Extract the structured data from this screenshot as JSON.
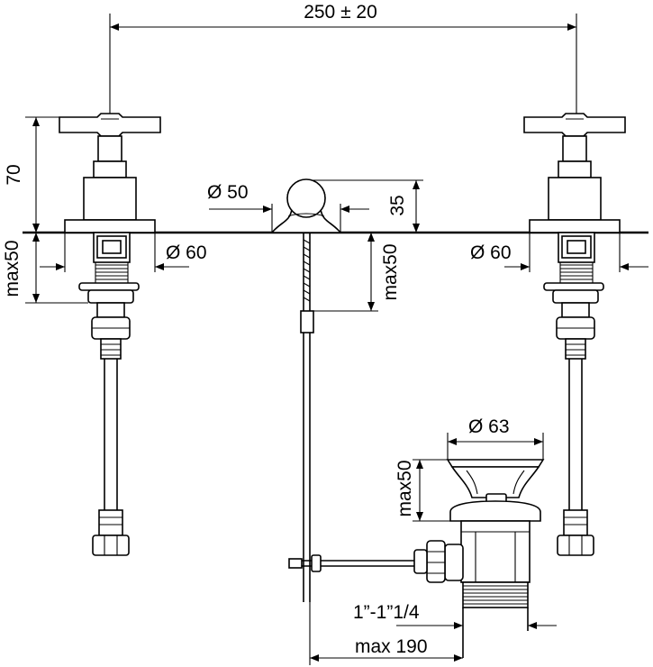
{
  "dimensions": {
    "spacing": "250 ± 20",
    "handle_height": "70",
    "below_deck_left": "max50",
    "left_diameter": "Ø 60",
    "spout_diameter": "Ø 50",
    "spout_height": "35",
    "below_deck_center": "max50",
    "right_diameter": "Ø 60",
    "waste_diameter": "Ø 63",
    "waste_depth": "max50",
    "thread": "1”-1”1/4",
    "max_reach": "max 190"
  }
}
